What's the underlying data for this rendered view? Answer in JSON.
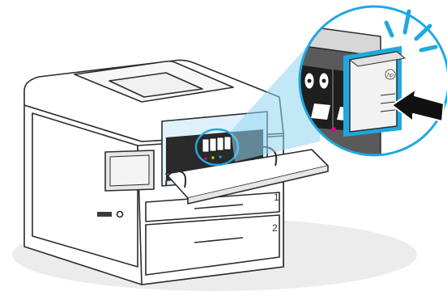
{
  "illustration": {
    "subject": "printer-ink-cartridge-installation",
    "labels": {
      "tray_1": "1",
      "tray_2": "2",
      "cartridge_brand": "hp"
    },
    "colors": {
      "accent_blue": "#1fa8e0",
      "highlight_blue": "#8fd6f2",
      "body": "#ffffff",
      "outline": "#2b2b2b",
      "shadow": "#ececec",
      "dark_interior": "#222222",
      "magenta": "#e5007e",
      "yellow": "#ffd400",
      "cyan": "#00a7e1"
    },
    "icons": {
      "cartridge_alignment": "dot-pairs-icon",
      "insert_direction": "arrow-left-icon",
      "click_indicator": "click-lines-icon"
    }
  }
}
